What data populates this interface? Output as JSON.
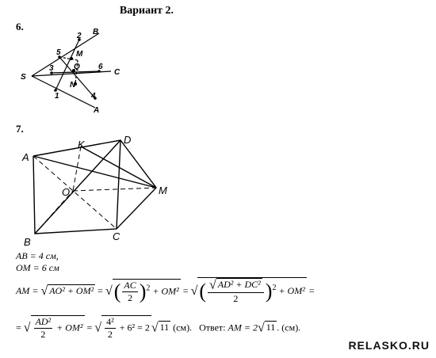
{
  "title": "Вариант 2.",
  "problem6": {
    "number": "6.",
    "labels": {
      "S": "S",
      "B": "B",
      "C": "C",
      "A": "A",
      "M": "M",
      "Q": "Q",
      "N": "N",
      "p1": "1",
      "p2": "2",
      "p3": "3",
      "p4": "4",
      "p5": "5",
      "p6": "6"
    }
  },
  "problem7": {
    "number": "7.",
    "labels": {
      "A": "A",
      "K": "K",
      "D": "D",
      "O": "O",
      "M": "M",
      "B": "B",
      "C": "C"
    },
    "given": {
      "ab": "AB = 4 см,",
      "om": "OM = 6 см"
    },
    "line1": {
      "lhs": "AM =",
      "r1": "AO² + OM²",
      "eq1": "=",
      "frac_ac": "AC",
      "frac_2": "2",
      "sq": "2",
      "plus_om": "+ OM²",
      "eq2": "=",
      "inner": "AD² + DC²",
      "inner_den": "2",
      "plus_om2": "+ OM²",
      "eq3": "="
    },
    "line2": {
      "eq0": "=",
      "fad": "AD²",
      "fad_den": "2",
      "plus_om": "+ OM²",
      "eq1": "=",
      "f42": "4²",
      "f42_den": "2",
      "plus36": "+ 6² = 2",
      "r11": "11",
      "unit": "(см).",
      "answer_label": "Ответ:",
      "answer_lhs": "AM = 2",
      "answer_r": "11",
      "answer_unit": ". (см)."
    }
  },
  "watermark": "RELASKO.RU"
}
